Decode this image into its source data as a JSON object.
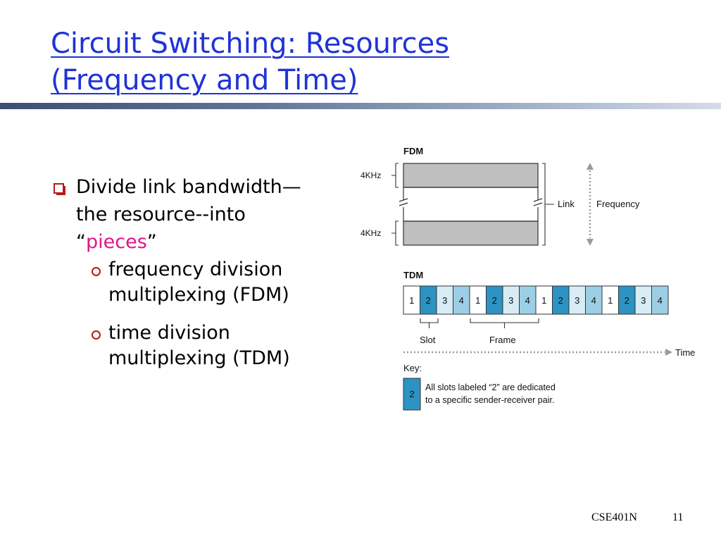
{
  "slide": {
    "title_line1": "Circuit Switching: Resources",
    "title_line2": "(Frequency and Time)",
    "bullet_main_line1": "Divide link bandwidth—",
    "bullet_main_line2": "the resource--into",
    "bullet_main_quote_open": "“",
    "bullet_main_highlight": "pieces",
    "bullet_main_quote_close": "”",
    "sub_bullet_1_line1": "frequency division",
    "sub_bullet_1_line2": "multiplexing  (FDM)",
    "sub_bullet_2_line1": "time division",
    "sub_bullet_2_line2": "multiplexing (TDM)"
  },
  "diagram": {
    "fdm_label": "FDM",
    "band_label": "4KHz",
    "link_label": "Link",
    "frequency_label": "Frequency",
    "tdm_label": "TDM",
    "slot_numbers": [
      "1",
      "2",
      "3",
      "4",
      "1",
      "2",
      "3",
      "4",
      "1",
      "2",
      "3",
      "4",
      "1",
      "2",
      "3",
      "4"
    ],
    "slot_label": "Slot",
    "frame_label": "Frame",
    "time_label": "Time",
    "key_label": "Key:",
    "key_slot_number": "2",
    "key_text_line1": "All slots labeled “2” are dedicated",
    "key_text_line2": "to a specific sender-receiver pair.",
    "colors": {
      "band_fill": "#bfbfbf",
      "slot_1": "#ffffff",
      "slot_2": "#2c93c3",
      "slot_3": "#d7ecf5",
      "slot_4": "#9ccfe6"
    }
  },
  "footer": {
    "course": "CSE401N",
    "page_number": "11"
  }
}
